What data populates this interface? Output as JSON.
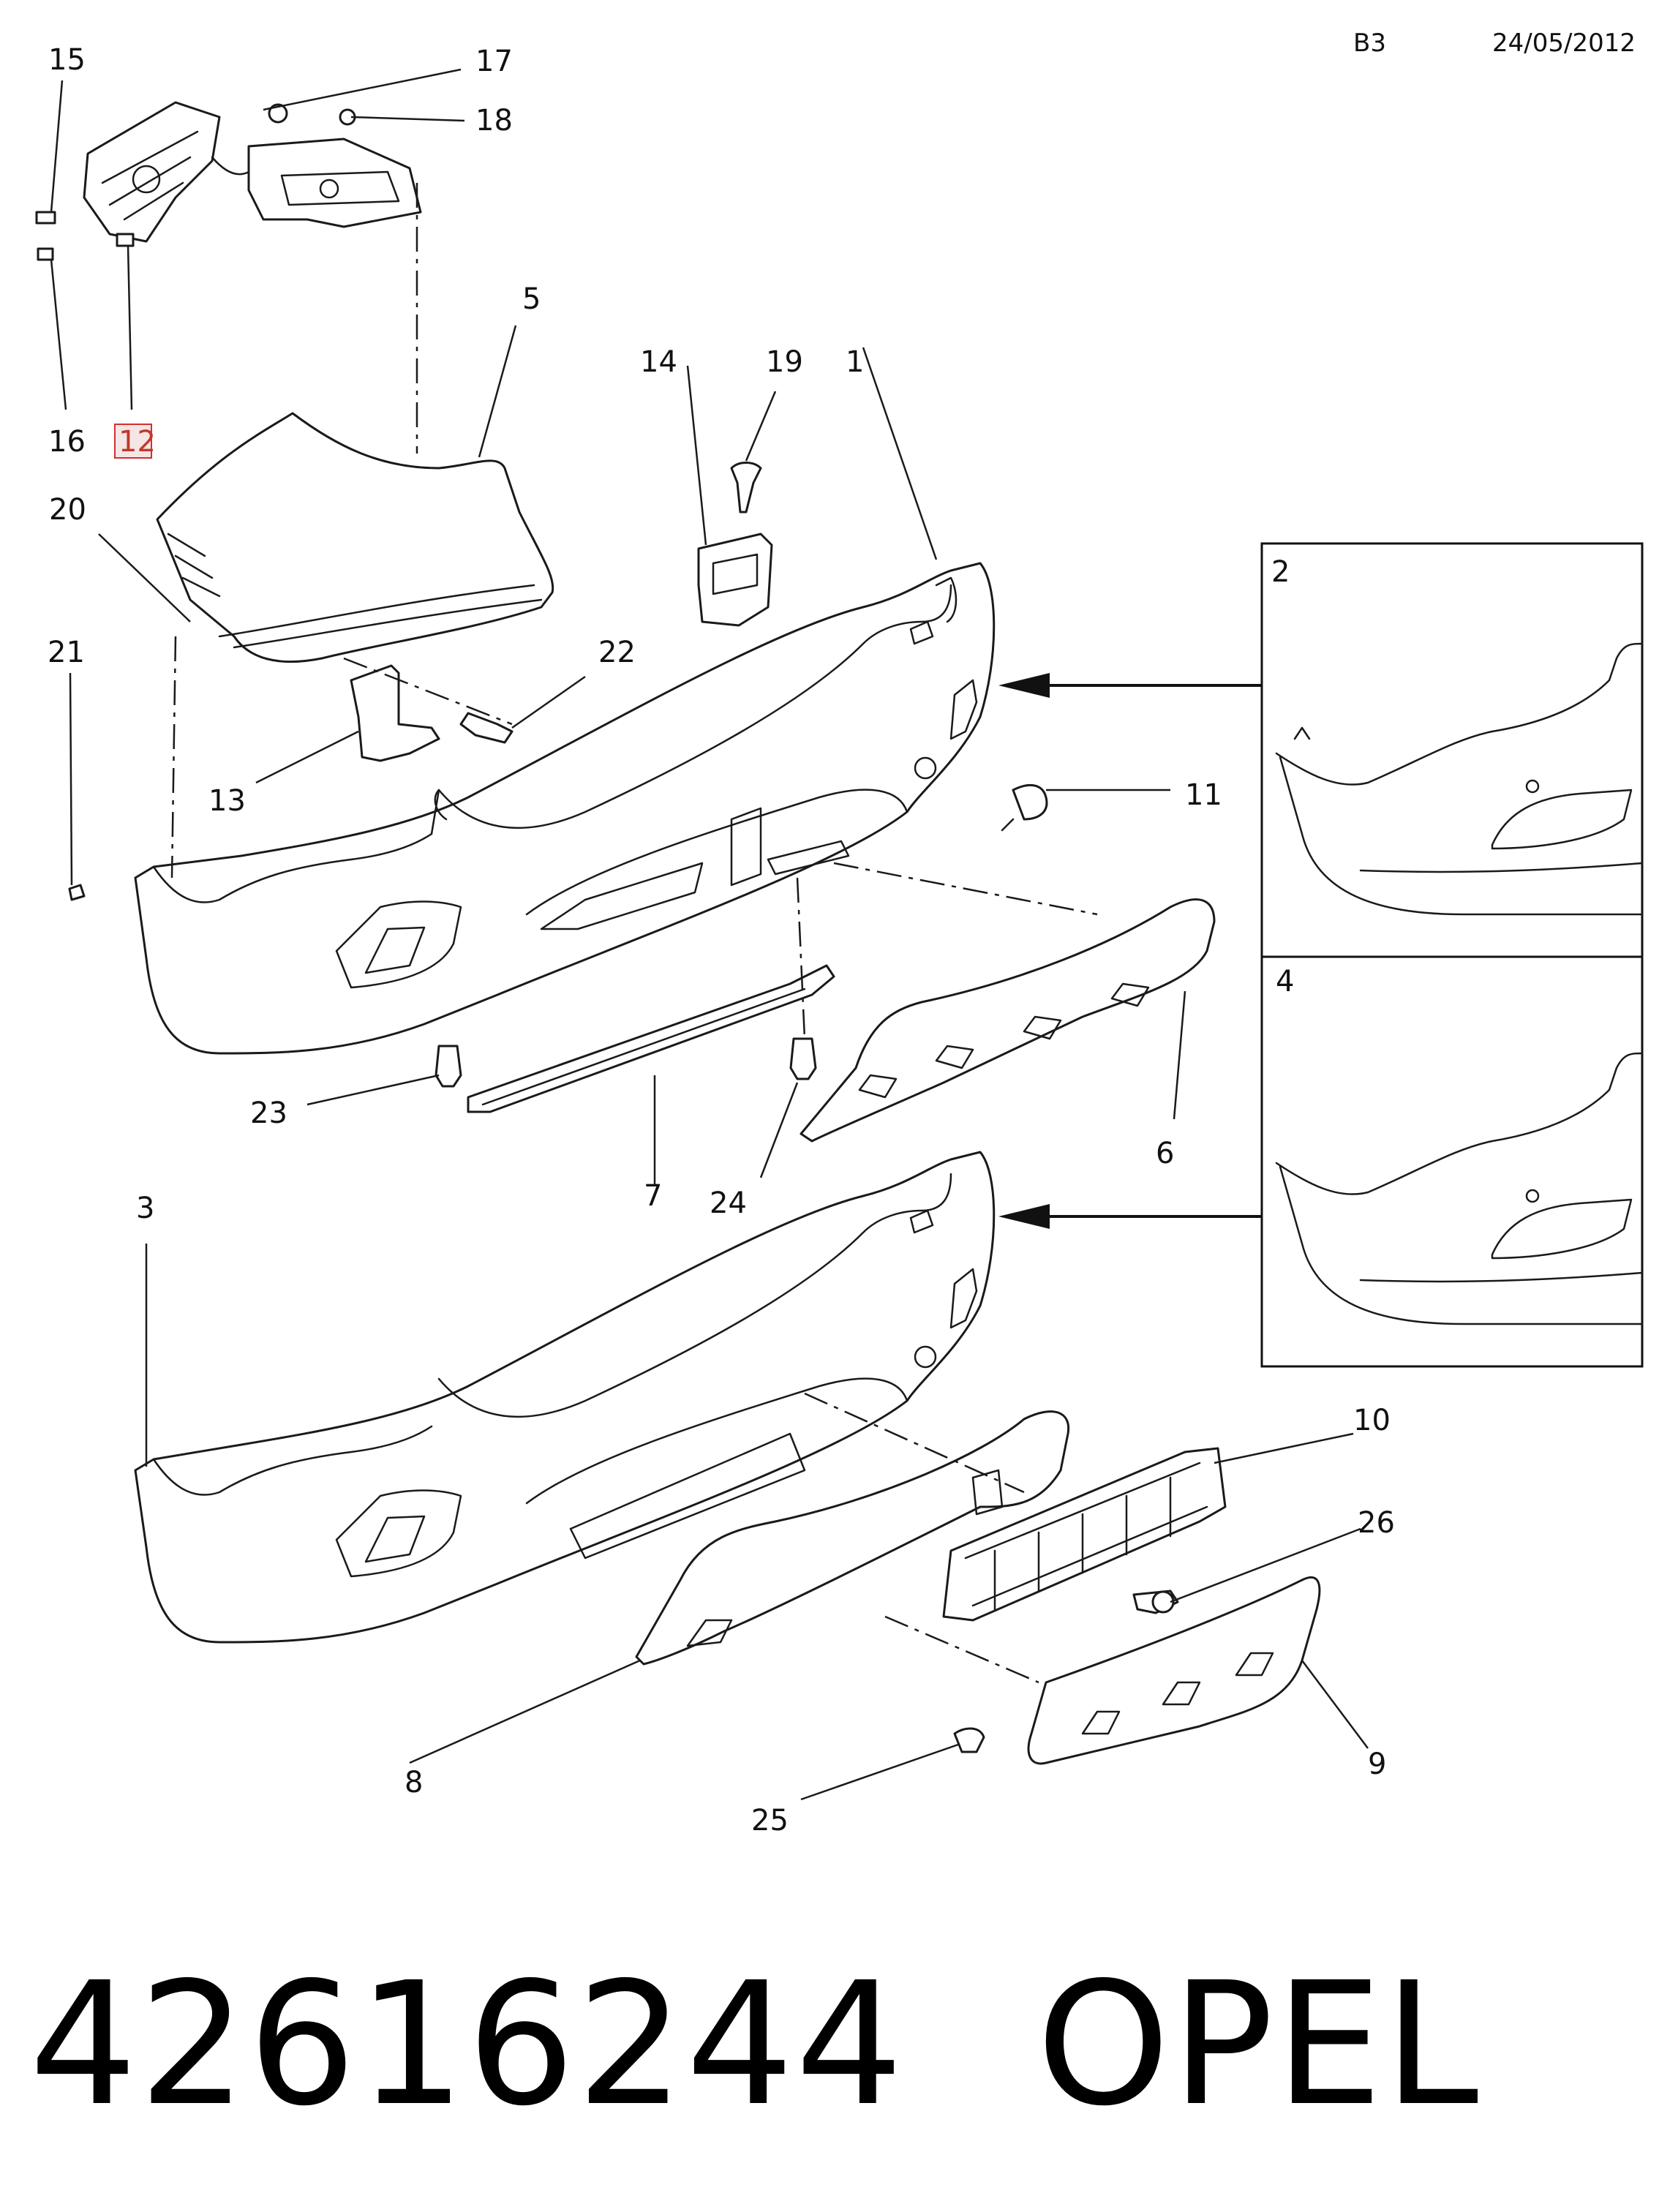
{
  "header": {
    "code": "B3",
    "date": "24/05/2012"
  },
  "callouts": {
    "c1": "1",
    "c2": "2",
    "c3": "3",
    "c4": "4",
    "c5": "5",
    "c6": "6",
    "c7": "7",
    "c8": "8",
    "c9": "9",
    "c10": "10",
    "c11": "11",
    "c12": "12",
    "c13": "13",
    "c14": "14",
    "c15": "15",
    "c16": "16",
    "c17": "17",
    "c18": "18",
    "c19": "19",
    "c20": "20",
    "c21": "21",
    "c22": "22",
    "c23": "23",
    "c24": "24",
    "c25": "25",
    "c26": "26"
  },
  "highlighted_callout": "12",
  "footer": {
    "part_number": "42616244",
    "brand": "OPEL"
  }
}
